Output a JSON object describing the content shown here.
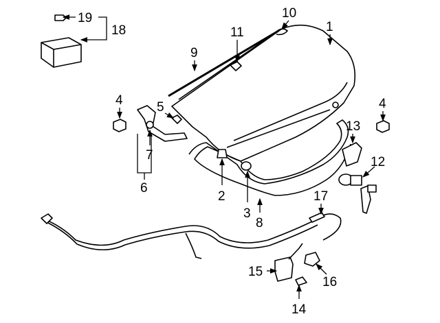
{
  "title": "Trunk lid components diagram",
  "labels": {
    "l1": "1",
    "l2": "2",
    "l3": "3",
    "l4a": "4",
    "l4b": "4",
    "l5": "5",
    "l6": "6",
    "l7": "7",
    "l8": "8",
    "l9": "9",
    "l10": "10",
    "l11": "11",
    "l12": "12",
    "l13": "13",
    "l14": "14",
    "l15": "15",
    "l16": "16",
    "l17": "17",
    "l18": "18",
    "l19": "19"
  }
}
